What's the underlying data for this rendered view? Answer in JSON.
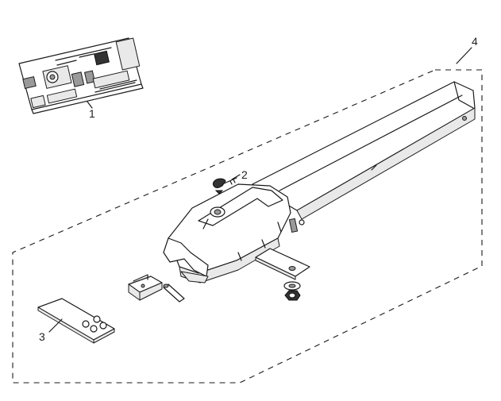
{
  "callouts": {
    "part1": "1",
    "part2": "2",
    "part3": "3",
    "part4": "4"
  },
  "colors": {
    "line": "#1a1a1a",
    "background": "#ffffff",
    "fill_light": "#e9e9e9",
    "fill_dark": "#9a9a9a"
  },
  "icons": {
    "board": "control-board-icon",
    "key": "release-key-icon",
    "remote": "remote-control-icon",
    "actuator": "linear-actuator-icon"
  }
}
